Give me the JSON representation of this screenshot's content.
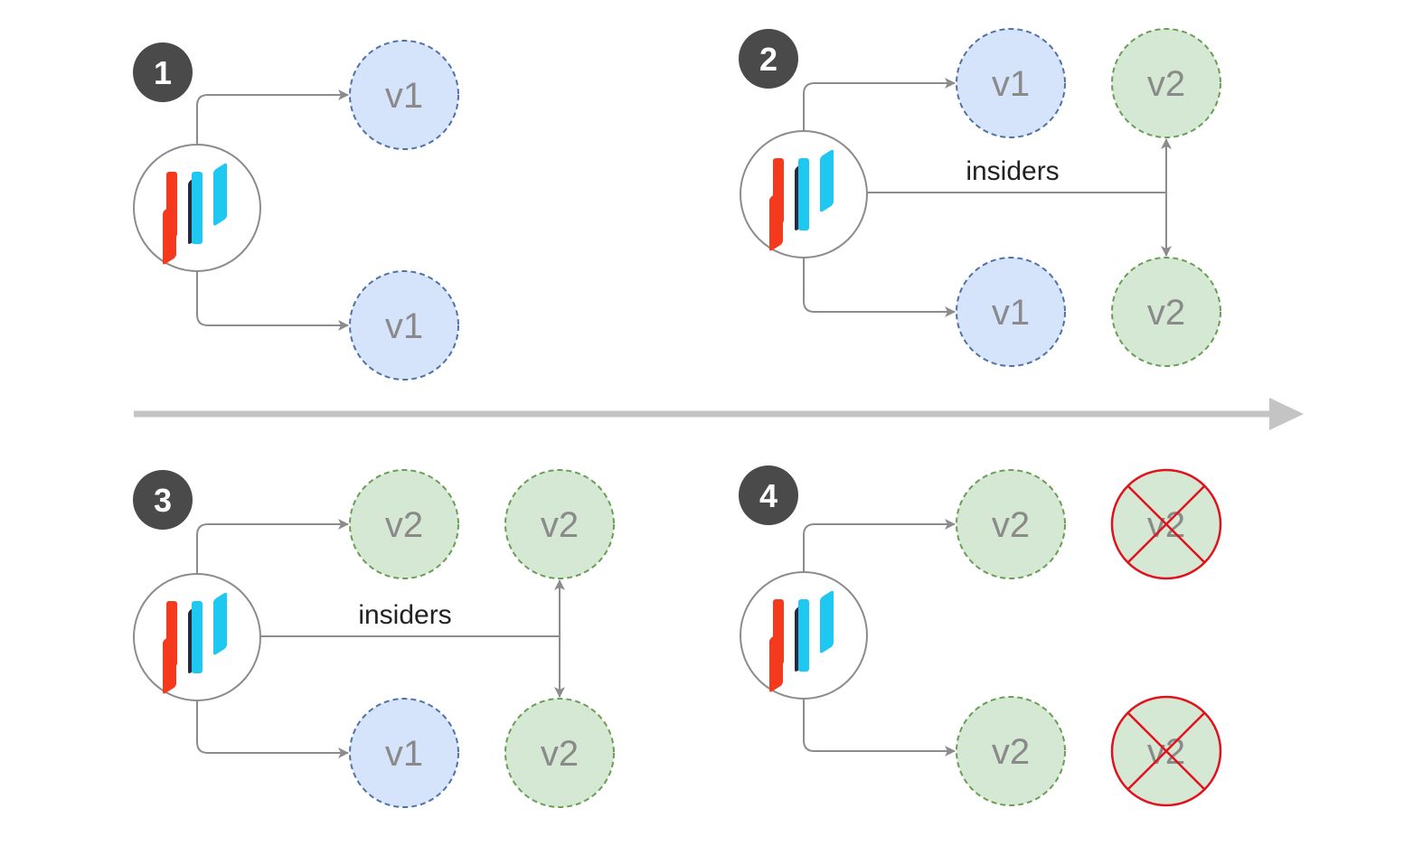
{
  "timeline_arrow": {
    "color": "#c4c4c4"
  },
  "colors": {
    "v1_fill": "#d5e4fb",
    "v1_stroke": "#4f73a6",
    "v2_fill": "#d5e8d3",
    "v2_stroke": "#6a9e55",
    "badge": "#4a4a4a",
    "removed": "#e0121d",
    "connector": "#8c8c8c",
    "logo_red": "#f5391c",
    "logo_navy": "#262a3f",
    "logo_cyan": "#1ec8f0"
  },
  "panels": [
    {
      "step": "1",
      "route_label": "",
      "logo_icon": "canary-router-logo-icon",
      "top_nodes": [
        {
          "label": "v1",
          "version": "v1",
          "removed": false
        }
      ],
      "bottom_nodes": [
        {
          "label": "v1",
          "version": "v1",
          "removed": false
        }
      ]
    },
    {
      "step": "2",
      "route_label": "insiders",
      "logo_icon": "canary-router-logo-icon",
      "top_nodes": [
        {
          "label": "v1",
          "version": "v1",
          "removed": false
        },
        {
          "label": "v2",
          "version": "v2",
          "removed": false
        }
      ],
      "bottom_nodes": [
        {
          "label": "v1",
          "version": "v1",
          "removed": false
        },
        {
          "label": "v2",
          "version": "v2",
          "removed": false
        }
      ]
    },
    {
      "step": "3",
      "route_label": "insiders",
      "logo_icon": "canary-router-logo-icon",
      "top_nodes": [
        {
          "label": "v2",
          "version": "v2",
          "removed": false
        },
        {
          "label": "v2",
          "version": "v2",
          "removed": false
        }
      ],
      "bottom_nodes": [
        {
          "label": "v1",
          "version": "v1",
          "removed": false
        },
        {
          "label": "v2",
          "version": "v2",
          "removed": false
        }
      ]
    },
    {
      "step": "4",
      "route_label": "",
      "logo_icon": "canary-router-logo-icon",
      "top_nodes": [
        {
          "label": "v2",
          "version": "v2",
          "removed": false
        },
        {
          "label": "v2",
          "version": "v2",
          "removed": true
        }
      ],
      "bottom_nodes": [
        {
          "label": "v2",
          "version": "v2",
          "removed": false
        },
        {
          "label": "v2",
          "version": "v2",
          "removed": true
        }
      ]
    }
  ]
}
